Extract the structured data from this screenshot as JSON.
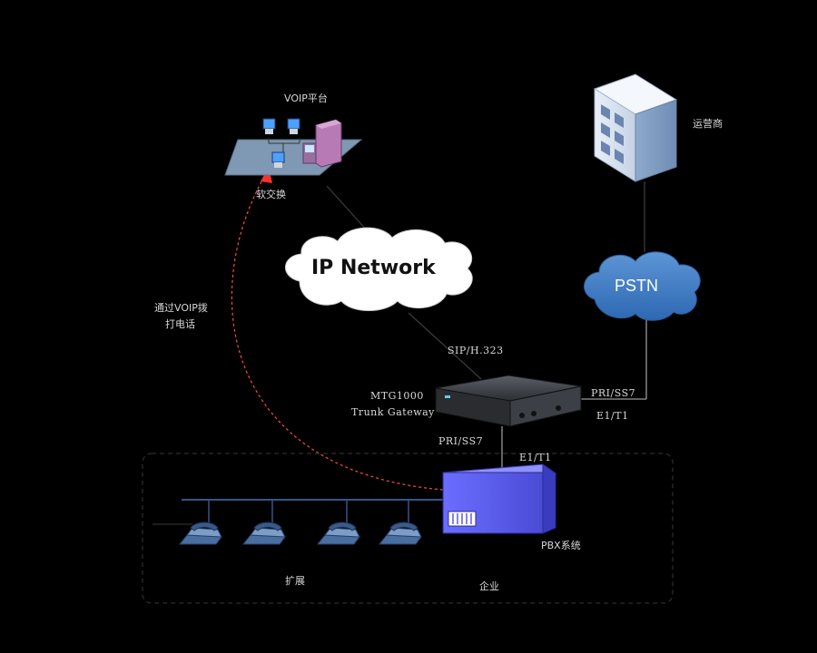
{
  "labels": {
    "voip_platform": "VOIP平台",
    "softswitch": "软交换",
    "carrier": "运营商",
    "ip_network": "IP Network",
    "pstn": "PSTN",
    "voip_call_line1": "通过VOIP拨",
    "voip_call_line2": "打电话",
    "sip_h323": "SIP/H.323",
    "gateway_model": "MTG1000",
    "gateway_name": "Trunk Gateway",
    "pri_ss7_right": "PRI/SS7",
    "e1_t1_right": "E1/T1",
    "pri_ss7_bottom": "PRI/SS7",
    "e1_t1_bottom": "E1/T1",
    "pbx_system": "PBX系统",
    "extension": "扩展",
    "enterprise": "企业"
  },
  "colors": {
    "background": "#000000",
    "cloud_ip": "#ffffff",
    "cloud_pstn": "#3a78c2",
    "pbx": "#5a5ce8",
    "dashed_arrow": "#ff4a4a"
  }
}
